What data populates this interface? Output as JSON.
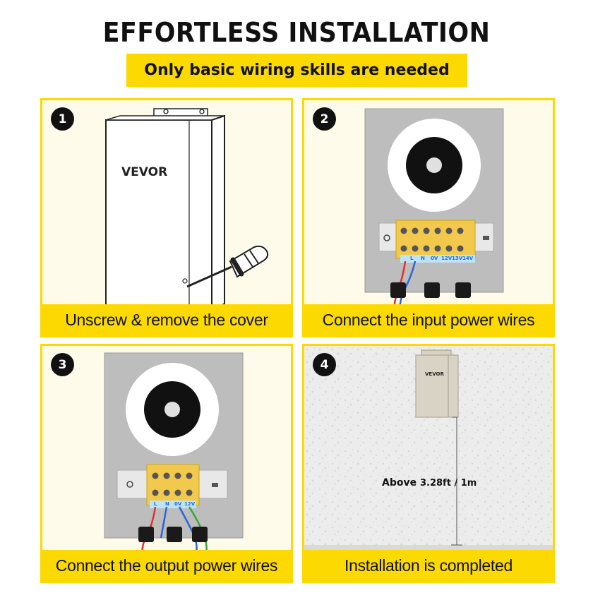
{
  "header": {
    "title": "EFFORTLESS INSTALLATION",
    "subtitle": "Only basic wiring skills are needed"
  },
  "brand": "VEVOR",
  "steps": [
    {
      "number": "1",
      "caption": "Unscrew & remove the cover"
    },
    {
      "number": "2",
      "caption": "Connect the input power wires",
      "terminals": [
        "L",
        "N",
        "0V",
        "12V",
        "13V",
        "14V"
      ]
    },
    {
      "number": "3",
      "caption": "Connect the output power wires",
      "terminals": [
        "L",
        "N",
        "0V",
        "12V"
      ]
    },
    {
      "number": "4",
      "caption": "Installation is completed",
      "height_label": "Above",
      "height_value": "3.28ft / 1m"
    }
  ],
  "colors": {
    "accent": "#fcd900",
    "panel_bg": "#fefbea",
    "terminal_label": "#1c6fd1"
  }
}
